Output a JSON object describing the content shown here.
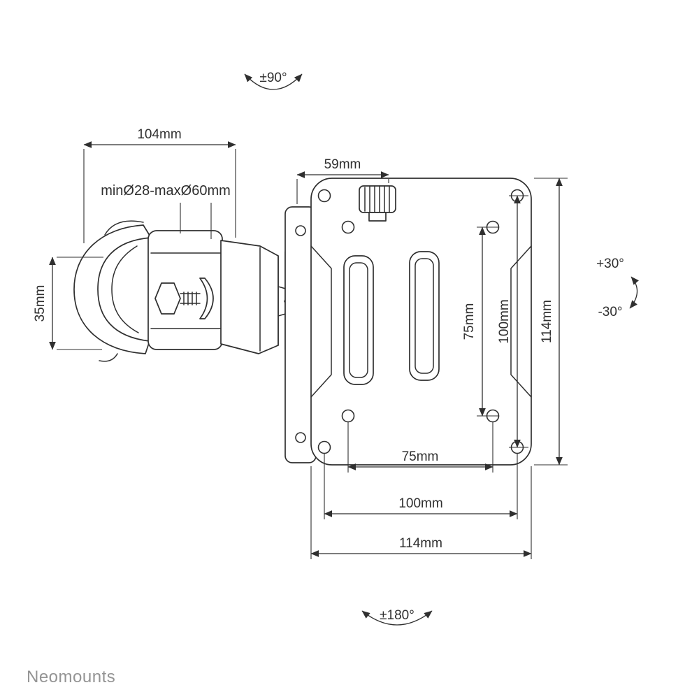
{
  "brand": "Neomounts",
  "colors": {
    "line": "#2f2f2f",
    "brand_text": "#949494",
    "background": "#ffffff"
  },
  "labels": {
    "rotation_top": "±90°",
    "arm_length": "104mm",
    "plate_depth": "59mm",
    "pole_diameter_range": "minØ28-maxØ60mm",
    "clamp_height": "35mm",
    "vesa_75_vertical": "75mm",
    "vesa_100_vertical": "100mm",
    "plate_height": "114mm",
    "tilt_up": "+30°",
    "tilt_down": "-30°",
    "vesa_75_horizontal": "75mm",
    "vesa_100_horizontal": "100mm",
    "plate_width": "114mm",
    "rotation_bottom": "±180°"
  }
}
